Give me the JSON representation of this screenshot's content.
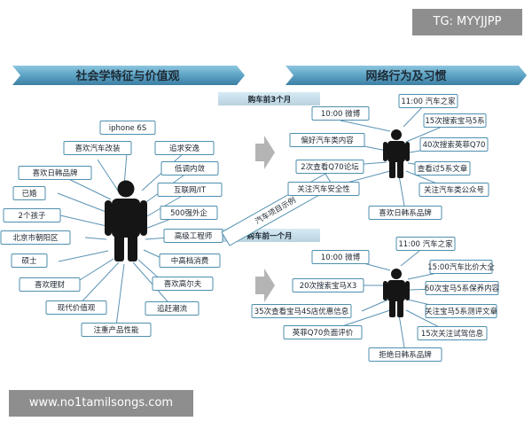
{
  "watermarks": {
    "top": "TG: MYYJJPP",
    "bottom": "www.no1tamilsongs.com"
  },
  "left_panel": {
    "title": "社会学特征与价值观",
    "items": [
      "iphone 6S",
      "喜欢汽车改装",
      "追求安逸",
      "喜欢日韩品牌",
      "低调内敛",
      "已婚",
      "互联网/IT",
      "2个孩子",
      "500强外企",
      "北京市朝阳区",
      "高级工程师",
      "硕士",
      "中高档消费",
      "喜欢理财",
      "喜欢高尔夫",
      "现代价值观",
      "追赶潮流",
      "注重产品性能"
    ]
  },
  "right_panel": {
    "title": "网络行为及习惯",
    "section1": {
      "title": "购车前3个月",
      "items": [
        "10:00 微博",
        "11:00 汽车之家",
        "15次搜索宝马5系",
        "偏好汽车类内容",
        "40次搜索英菲Q70",
        "2次查看Q70论坛",
        "查看过5系文章",
        "关注汽车安全性",
        "关注汽车类公众号",
        "喜欢日韩系品牌"
      ]
    },
    "section2": {
      "title": "购车前一个月",
      "items": [
        "10:00 微博",
        "11:00 汽车之家",
        "15:00汽车比价大全",
        "20次搜索宝马X3",
        "60次宝马5系保养内容",
        "35次查看宝马4S店优惠信息",
        "关注宝马5系测评文章",
        "英菲Q70负面评价",
        "15次关注试驾信息",
        "拒绝日韩系品牌"
      ]
    }
  },
  "center_label": "汽车项目示例",
  "colors": {
    "banner": "#5da3c4",
    "box_border": "#4f8fae",
    "figure": "#151515",
    "arrow": "#b4b4b4"
  }
}
